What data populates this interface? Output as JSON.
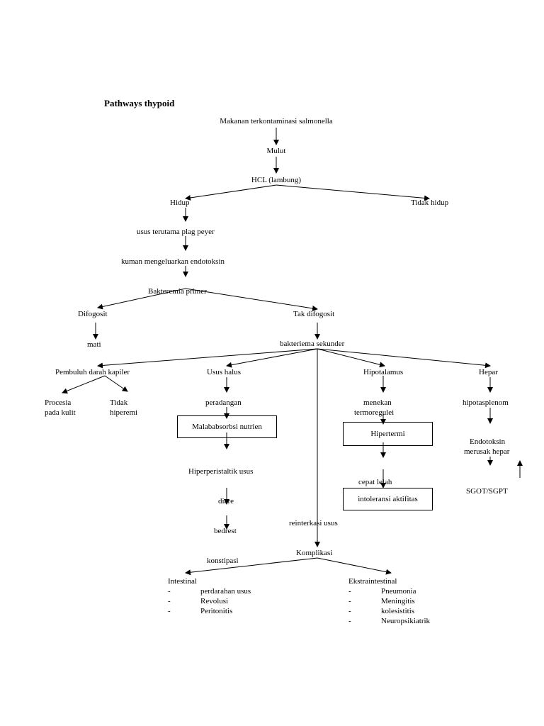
{
  "title": "Pathways thypoid",
  "nodes": {
    "makanan": "Makanan terkontaminasi salmonella",
    "mulut": "Mulut",
    "hcl": "HCL (lambung)",
    "hidup": "Hidup",
    "tidak_hidup": "Tidak hidup",
    "usus_plag": "usus terutama plag peyer",
    "kuman": "kuman mengeluarkan endotoksin",
    "bakteremia_primer": "Bakteremia primer",
    "difogosit": "Difogosit",
    "tak_difogosit": "Tak difogosit",
    "mati": "mati",
    "bakteriema_sekunder": "bakteriema sekunder",
    "pembuluh": "Pembuluh darah kapiler",
    "usus_halus": "Usus halus",
    "hipotalamus": "Hipotalamus",
    "hepar": "Hepar",
    "procesia_1": "Procesia",
    "procesia_2": "pada kulit",
    "tidak_hiperemi_1": "Tidak",
    "tidak_hiperemi_2": "hiperemi",
    "peradangan": "peradangan",
    "malababsorbsi": "Malababsorbsi nutrien",
    "hiperperistaltik": "Hiperperistaltik usus",
    "diare": "diare",
    "bedrest": "bedrest",
    "menekan_1": "menekan",
    "menekan_2": "termoregulei",
    "hipertermi": "Hipertermi",
    "cepat_lelah": "cepat lelah",
    "intoleransi": "intoleransi aktifitas",
    "hipotasplenom": "hipotasplenom",
    "endotoksin_1": "Endotoksin",
    "endotoksin_2": "merusak hepar",
    "sgot": "SGOT/SGPT",
    "reinterkasi": "reinterkasi usus",
    "komplikasi": "Komplikasi",
    "konstipasi": "konstipasi"
  },
  "intestinal": {
    "heading": "Intestinal",
    "items": [
      "perdarahan usus",
      "Revolusi",
      "Peritonitis"
    ]
  },
  "ekstraintestinal": {
    "heading": "Ekstraintestinal",
    "items": [
      "Pneumonia",
      "Meningitis",
      "kolesistitis",
      "Neuropsikiatrik"
    ]
  },
  "list_marker": "-"
}
